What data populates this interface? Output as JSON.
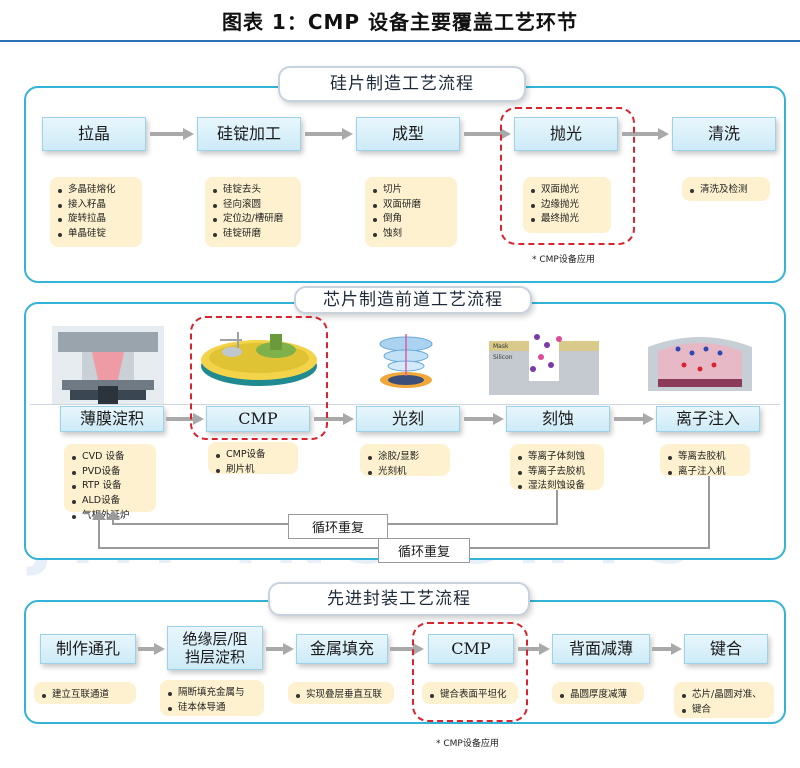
{
  "title": "图表 1：CMP 设备主要覆盖工艺环节",
  "watermark": "JIII INSIGHTS",
  "colors": {
    "panel_border": "#33b3d6",
    "highlight": "#d9232e",
    "note_bg": "#fdf1cf",
    "step_bg": "#cdebf7"
  },
  "sections": [
    {
      "title": "硅片制造工艺流程",
      "steps": [
        {
          "label": "拉晶",
          "notes": [
            "多晶硅熔化",
            "接入籽晶",
            "旋转拉晶",
            "单晶硅锭"
          ]
        },
        {
          "label": "硅锭加工",
          "notes": [
            "硅锭去头",
            "径向滚圆",
            "定位边/槽研磨",
            "硅锭研磨"
          ]
        },
        {
          "label": "成型",
          "notes": [
            "切片",
            "双面研磨",
            "倒角",
            "蚀刻"
          ]
        },
        {
          "label": "抛光",
          "notes": [
            "双面抛光",
            "边缘抛光",
            "最终抛光"
          ],
          "highlighted": true
        },
        {
          "label": "清洗",
          "notes": [
            "清洗及检测"
          ]
        }
      ],
      "caption": "* CMP设备应用"
    },
    {
      "title": "芯片制造前道工艺流程",
      "steps": [
        {
          "label": "薄膜淀积",
          "notes": [
            "CVD 设备",
            "PVD设备",
            "RTP 设备",
            "ALD设备",
            "气相外延炉"
          ]
        },
        {
          "label": "CMP",
          "notes": [
            "CMP设备",
            "刷片机"
          ],
          "highlighted": true
        },
        {
          "label": "光刻",
          "notes": [
            "涂胶/显影",
            "光刻机"
          ]
        },
        {
          "label": "刻蚀",
          "notes": [
            "等离子体刻蚀",
            "等离子去胶机",
            "湿法刻蚀设备"
          ]
        },
        {
          "label": "离子注入",
          "notes": [
            "等离去胶机",
            "离子注入机"
          ]
        }
      ],
      "loop_labels": [
        "循环重复",
        "循环重复"
      ],
      "illus_labels": [
        "Mask",
        "Silicon"
      ]
    },
    {
      "title": "先进封装工艺流程",
      "steps": [
        {
          "label": "制作通孔",
          "notes": [
            "建立互联通道"
          ]
        },
        {
          "label": "绝缘层/阻\n挡层淀积",
          "notes": [
            "隔断填充金属与",
            "硅本体导通"
          ]
        },
        {
          "label": "金属填充",
          "notes": [
            "实现叠层垂直互联"
          ]
        },
        {
          "label": "CMP",
          "notes": [
            "键合表面平坦化"
          ],
          "highlighted": true
        },
        {
          "label": "背面减薄",
          "notes": [
            "晶圆厚度减薄"
          ]
        },
        {
          "label": "键合",
          "notes": [
            "芯片/晶圆对准、",
            "键合"
          ]
        }
      ],
      "caption": "* CMP设备应用"
    }
  ]
}
